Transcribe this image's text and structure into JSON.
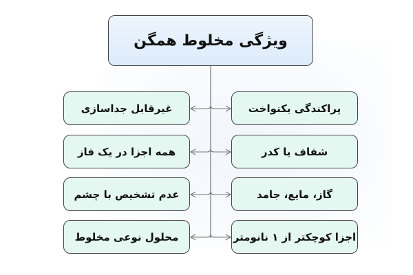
{
  "title": "ویژگی مخلوط همگن",
  "left_items": [
    "غیرقابل جداسازی",
    "همه اجزا در یک فاز",
    "عدم تشخیص با چشم",
    "محلول نوعی مخلوط"
  ],
  "right_items": [
    "پراکندگی یکنواخت",
    "شفاف یا کدر",
    "گاز، مایع، جامد",
    "اجزا کوچکتر از ۱ نانومتر"
  ],
  "colors": {
    "root_fill": "#dcebfa",
    "item_fill": "#e4f7f1",
    "border": "#444444",
    "connector": "#777777"
  }
}
